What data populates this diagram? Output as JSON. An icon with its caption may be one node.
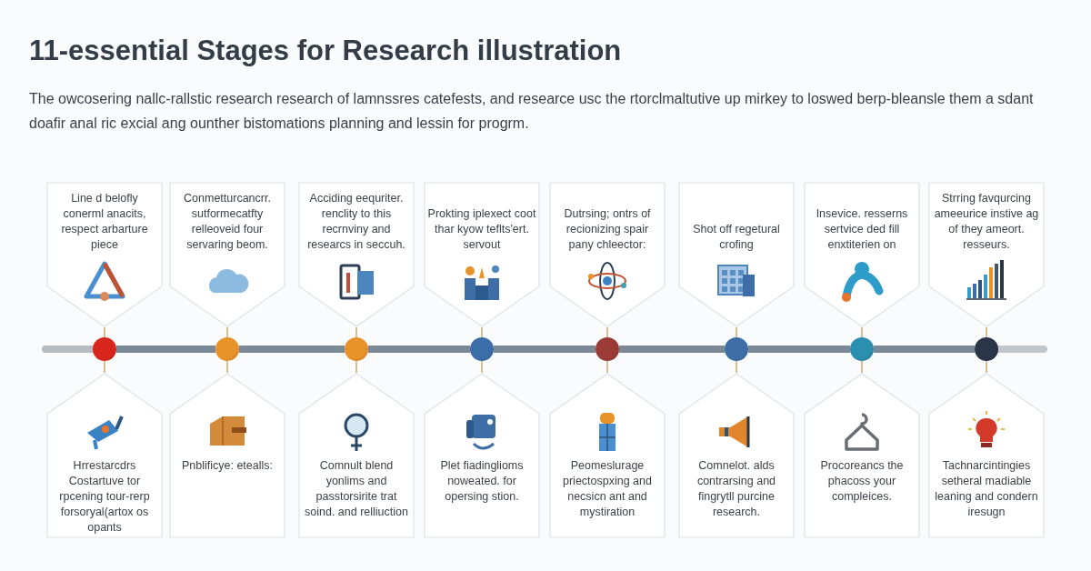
{
  "diagram": {
    "title": "11-essential Stages for Research illustration",
    "nodes": [
      {
        "text": [
          "Line d belofly conerml anacits, respect arbarture piece"
        ]
      },
      {
        "text": [
          "Conmetturcancrr. sutformecatfty relleoveid four servaring beom."
        ]
      },
      {
        "text": [
          "Acciding eequriter. renclity to this recrnviny and researcs in seccuh."
        ]
      },
      {
        "text": [
          "Prokting iplexect coot thar kyow teflts'ert. servout"
        ]
      },
      {
        "text": [
          "Dutrsing; ontrs of recionizing spair pany chleector:"
        ]
      },
      {
        "text": [
          "Shot off regetural crofing"
        ]
      },
      {
        "text": [
          "Insevice. resserns sertvice ded fill enxtiterien on"
        ]
      },
      {
        "text": [
          "Strring favqurcing ameeurice instive ag of they ameort. resseurs."
        ]
      },
      {
        "text": [],
        "shape": "circle"
      },
      {
        "text": [],
        "shape": "circle"
      },
      {
        "text": [],
        "shape": "circle"
      },
      {
        "text": [],
        "shape": "circle"
      },
      {
        "text": [],
        "shape": "circle"
      },
      {
        "text": [],
        "shape": "circle"
      },
      {
        "text": [],
        "shape": "circle"
      },
      {
        "text": [],
        "shape": "circle"
      },
      {
        "text": [
          "Hrrestarcdrs Costartuve tor rpcening tour-rerp forsoryal(artox os opants"
        ]
      },
      {
        "text": [
          "Pnblificye: etealls:"
        ]
      },
      {
        "text": [
          "Comnult blend yonlims and passtorsirite trat soind. and relliuction"
        ]
      },
      {
        "text": [
          "Plet fiadinglioms noweated. for opersing stion."
        ]
      },
      {
        "text": [
          "Peomeslurage priectospxing and necsicn ant and mystiration"
        ]
      },
      {
        "text": [
          "Comnelot. alds contrarsing and fingrytll purcine research."
        ]
      },
      {
        "text": [
          "Procoreancs the phacoss your compleices."
        ]
      },
      {
        "text": [
          "Tachnarcintingies setheral madiable leaning and condern iresugn"
        ]
      }
    ],
    "edges": [
      {
        "from": 8,
        "to": 9,
        "arrow": "none",
        "style": "thick"
      },
      {
        "from": 9,
        "to": 10,
        "arrow": "none",
        "style": "thick"
      },
      {
        "from": 10,
        "to": 11,
        "arrow": "none",
        "style": "thick"
      },
      {
        "from": 11,
        "to": 12,
        "arrow": "none",
        "style": "thick"
      },
      {
        "from": 12,
        "to": 13,
        "arrow": "none",
        "style": "thick"
      },
      {
        "from": 13,
        "to": 14,
        "arrow": "none",
        "style": "thick"
      },
      {
        "from": 14,
        "to": 15,
        "arrow": "none",
        "style": "thick"
      },
      {
        "from": 8,
        "to": 0,
        "arrow": "none"
      },
      {
        "from": 9,
        "to": 1,
        "arrow": "none"
      },
      {
        "from": 10,
        "to": 2,
        "arrow": "none"
      },
      {
        "from": 11,
        "to": 3,
        "arrow": "none"
      },
      {
        "from": 12,
        "to": 4,
        "arrow": "none"
      },
      {
        "from": 13,
        "to": 5,
        "arrow": "none"
      },
      {
        "from": 14,
        "to": 6,
        "arrow": "none"
      },
      {
        "from": 15,
        "to": 7,
        "arrow": "none"
      },
      {
        "from": 8,
        "to": 16,
        "arrow": "none"
      },
      {
        "from": 9,
        "to": 17,
        "arrow": "none"
      },
      {
        "from": 10,
        "to": 18,
        "arrow": "none"
      },
      {
        "from": 11,
        "to": 19,
        "arrow": "none"
      },
      {
        "from": 12,
        "to": 20,
        "arrow": "none"
      },
      {
        "from": 13,
        "to": 21,
        "arrow": "none"
      },
      {
        "from": 14,
        "to": 22,
        "arrow": "none"
      },
      {
        "from": 15,
        "to": 23,
        "arrow": "none"
      }
    ],
    "labels": [
      "The owcosering nallc-rallstic research research of lamnssres catefests, and researce usc the rtorclmaltutive up mirkey to loswed berp-bleansle them a sdant doafir anal ric excial ang ounther bistomations planning and lessin for progrm."
    ]
  }
}
